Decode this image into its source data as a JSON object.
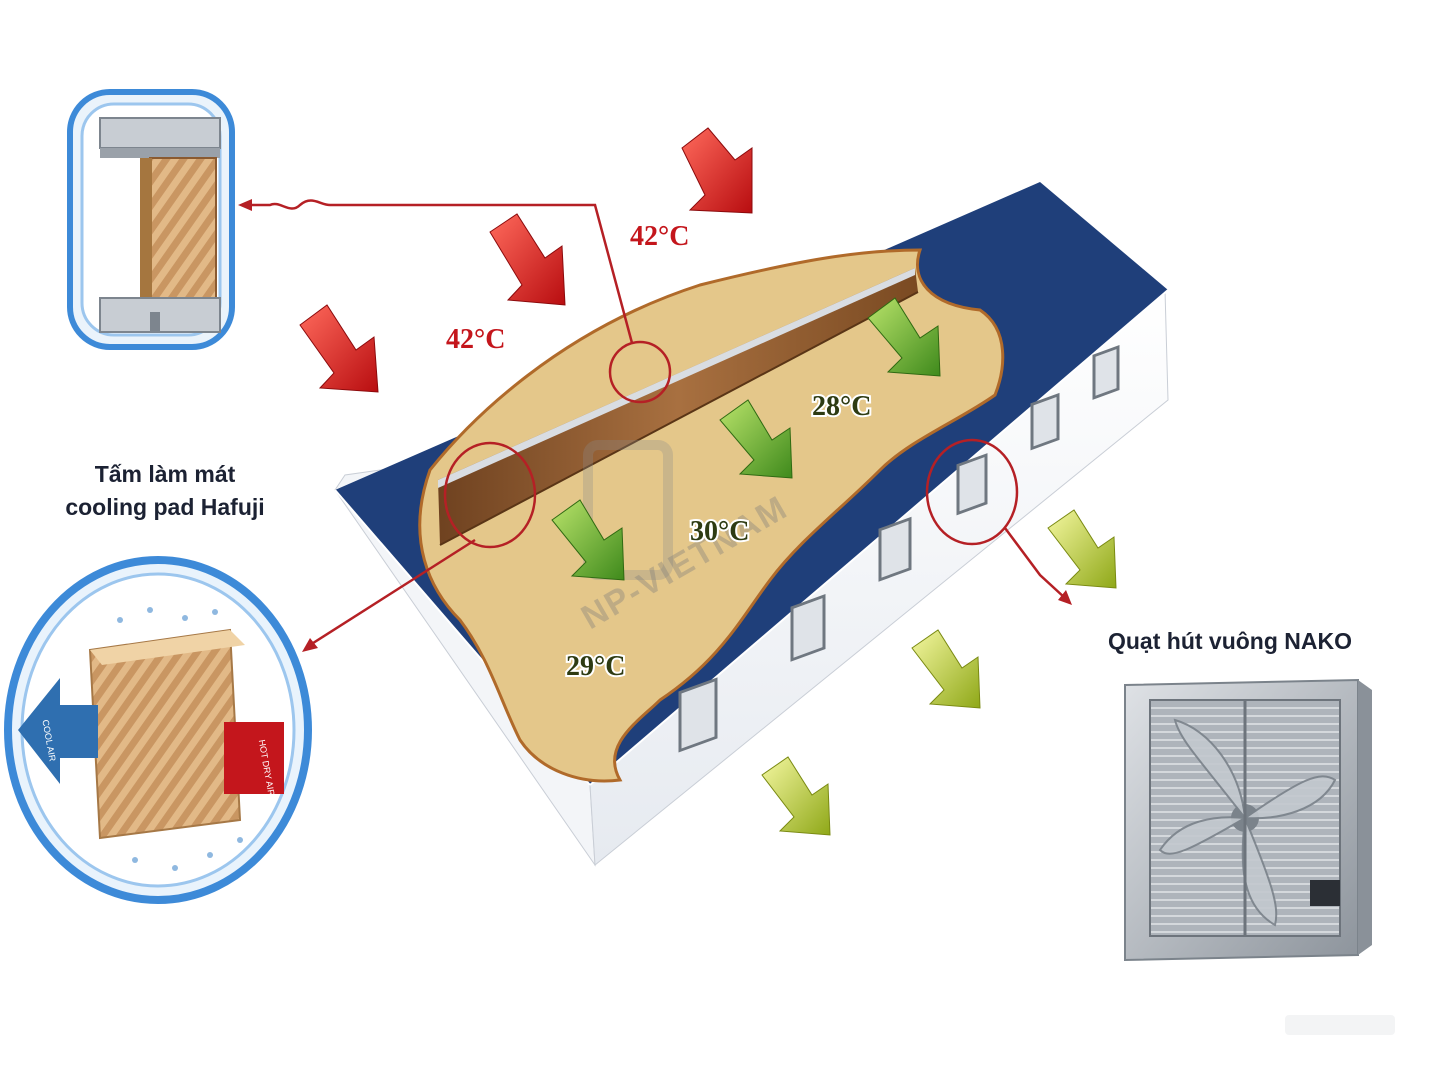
{
  "labels": {
    "cooling_pad_line1": "Tấm làm mát",
    "cooling_pad_line2": "cooling pad Hafuji",
    "fan": "Quạt hút vuông NAKO"
  },
  "temperatures": {
    "outside_top": "42°C",
    "outside_left": "42°C",
    "inside_right": "28°C",
    "inside_center": "30°C",
    "inside_left": "29°C"
  },
  "airflow_tags": {
    "cool_air": "COOL AIR",
    "hot_air": "HOT DRY AIR"
  },
  "watermark": "NP-VIETNAM",
  "colors": {
    "roof": "#1f3f7a",
    "floor": "#e4c78a",
    "floor_outline": "#b06a2a",
    "pad_wood": "#8b5a2b",
    "hot_arrow": "#e0221f",
    "cool_arrow": "#5aa82a",
    "exhaust_arrow": "#c8d62a",
    "callout": "#b52025",
    "frame_blue": "#3d8ad8"
  }
}
